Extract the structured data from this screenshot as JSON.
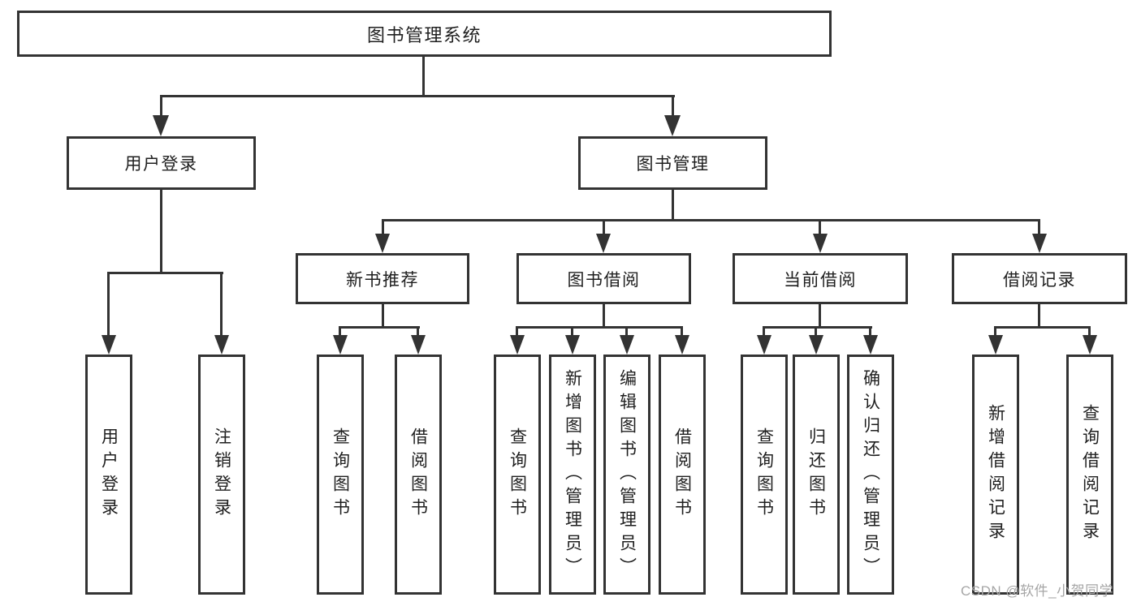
{
  "diagram": {
    "type": "hierarchy-tree",
    "root": {
      "label": "图书管理系统"
    },
    "branches": [
      {
        "label": "用户登录",
        "children": [
          {
            "label": "用户登录"
          },
          {
            "label": "注销登录"
          }
        ]
      },
      {
        "label": "图书管理",
        "children": [
          {
            "label": "新书推荐",
            "children": [
              {
                "label": "查询图书"
              },
              {
                "label": "借阅图书"
              }
            ]
          },
          {
            "label": "图书借阅",
            "children": [
              {
                "label": "查询图书"
              },
              {
                "label": "新增图书（管理员）"
              },
              {
                "label": "编辑图书（管理员）"
              },
              {
                "label": "借阅图书"
              }
            ]
          },
          {
            "label": "当前借阅",
            "children": [
              {
                "label": "查询图书"
              },
              {
                "label": "归还图书"
              },
              {
                "label": "确认归还（管理员）"
              }
            ]
          },
          {
            "label": "借阅记录",
            "children": [
              {
                "label": "新增借阅记录"
              },
              {
                "label": "查询借阅记录"
              }
            ]
          }
        ]
      }
    ]
  },
  "watermark": {
    "label": "CSDN @软件_小贺同学"
  },
  "colors": {
    "line": "#333333",
    "text": "#1f1f1f",
    "watermark": "#a6a6a6",
    "background": "#ffffff"
  }
}
